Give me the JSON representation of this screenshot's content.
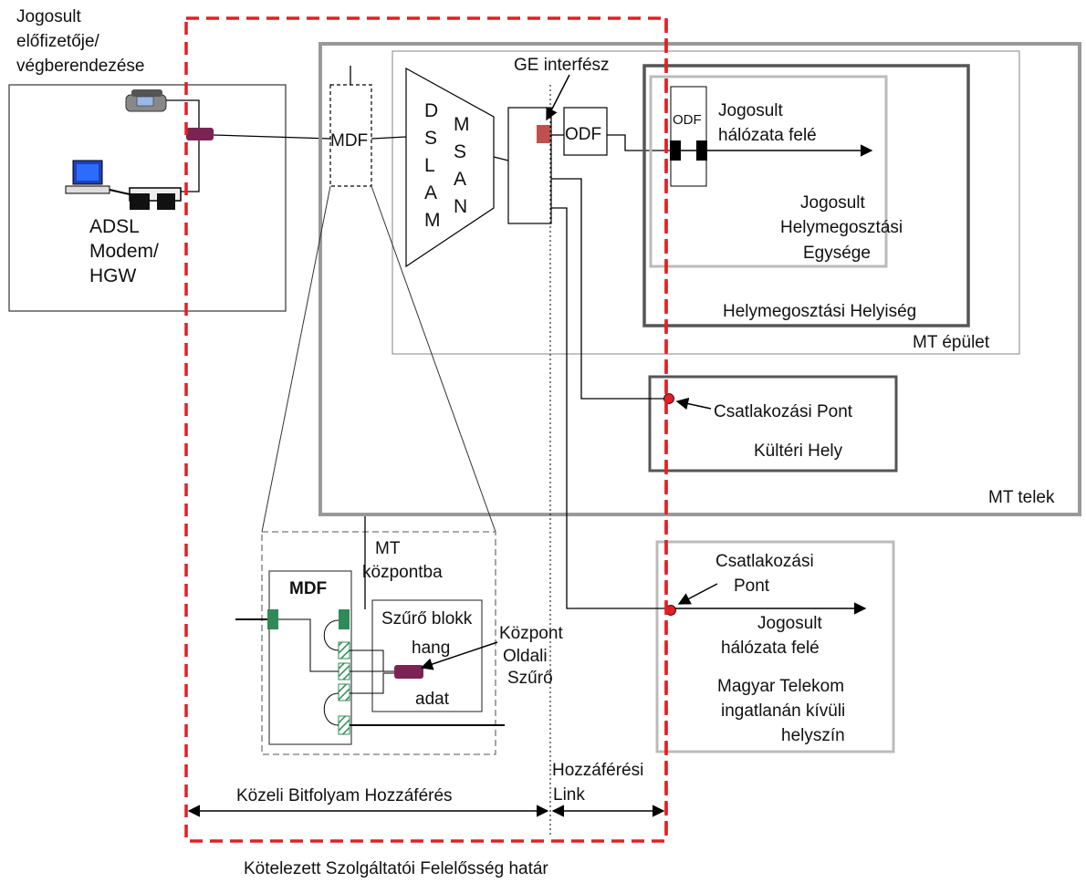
{
  "subscriber": {
    "title_line1": "Jogosult",
    "title_line2": "előfizetője/",
    "title_line3": "végberendezése",
    "modem_line1": "ADSL",
    "modem_line2": "Modem/",
    "modem_line3": "HGW"
  },
  "exchange": {
    "mdf": "MDF",
    "dslam": [
      "D",
      "S",
      "L",
      "A",
      "M"
    ],
    "msan": [
      "M",
      "S",
      "A",
      "N"
    ],
    "ge_interface": "GE interfész",
    "odf": "ODF",
    "odf_small": "ODF",
    "building": "MT épület",
    "site": "MT telek"
  },
  "colocation": {
    "network_line1": "Jogosult",
    "network_line2": "hálózata felé",
    "unit_line1": "Jogosult",
    "unit_line2": "Helymegosztási",
    "unit_line3": "Egysége",
    "room": "Helymegosztási Helyiség"
  },
  "outdoor": {
    "point": "Csatlakozási Pont",
    "place": "Kültéri Hely"
  },
  "offsite": {
    "point_line1": "Csatlakozási",
    "point_line2": "Pont",
    "network_line1": "Jogosult",
    "network_line2": "hálózata felé",
    "place_line1": "Magyar Telekom",
    "place_line2": "ingatlanán kívüli",
    "place_line3": "helyszín"
  },
  "detail": {
    "mdf": "MDF",
    "to_center_line1": "MT",
    "to_center_line2": "központba",
    "filter_block": "Szűrő blokk",
    "voice": "hang",
    "data": "adat",
    "filter_line1": "Központ",
    "filter_line2": "Oldali",
    "filter_line3": "Szűrő"
  },
  "dimensions": {
    "near_access": "Közeli Bitfolyam Hozzáférés",
    "access_link_line1": "Hozzáférési",
    "access_link_line2": "Link",
    "boundary": "Kötelezett Szolgáltatói Felelősség határ"
  },
  "colors": {
    "boundary": "#e41e25",
    "filter": "#7b2453",
    "port": "#2e8b57",
    "ge_port": "#c0504d",
    "point": "#e41e25"
  }
}
